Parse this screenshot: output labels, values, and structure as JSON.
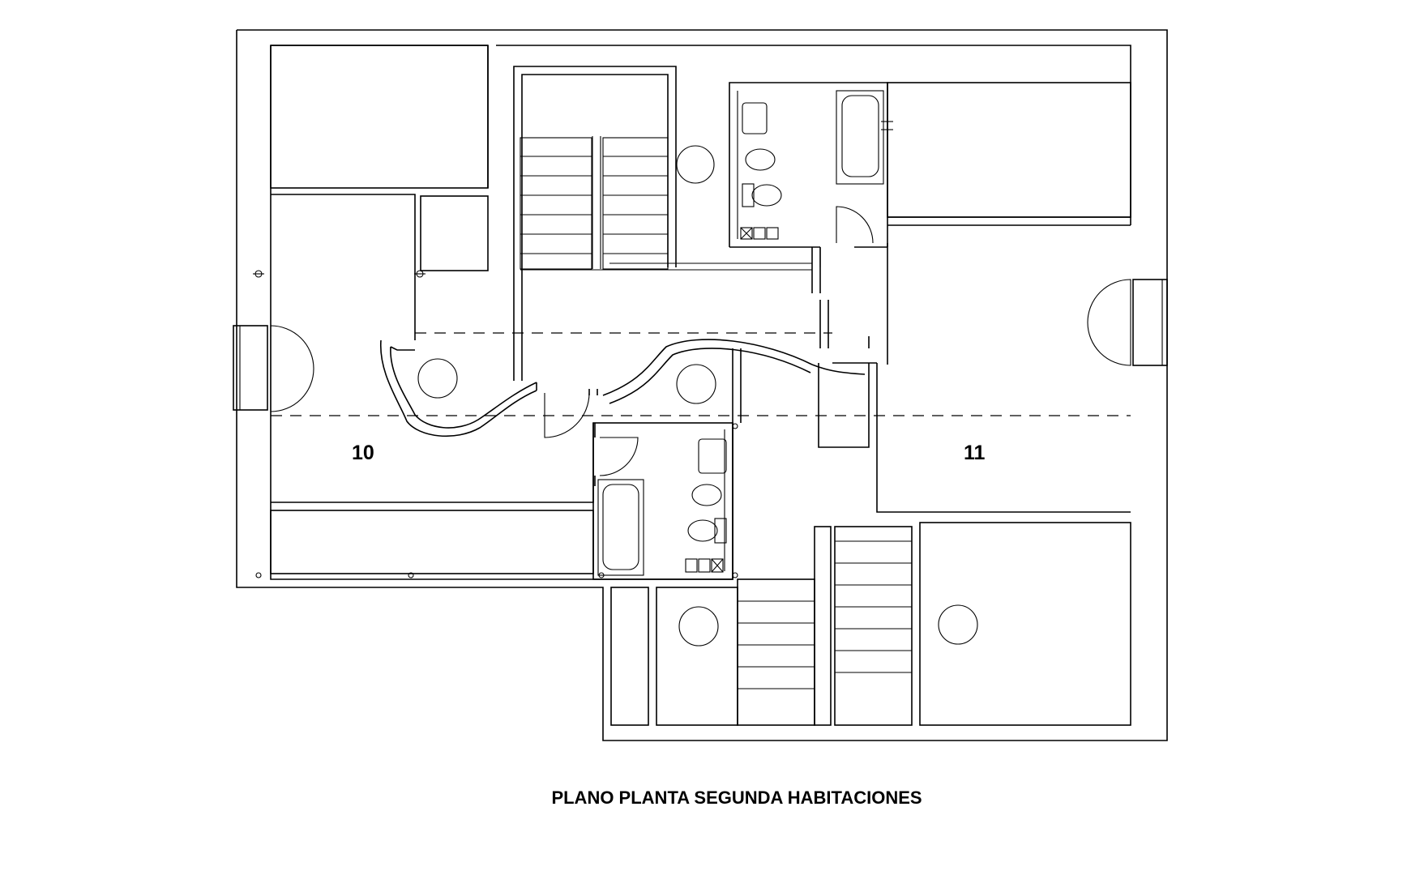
{
  "rooms": {
    "left_label": "10",
    "right_label": "11"
  },
  "caption": "PLANO PLANTA SEGUNDA HABITACIONES",
  "colors": {
    "line": "#000000",
    "background": "#ffffff"
  }
}
